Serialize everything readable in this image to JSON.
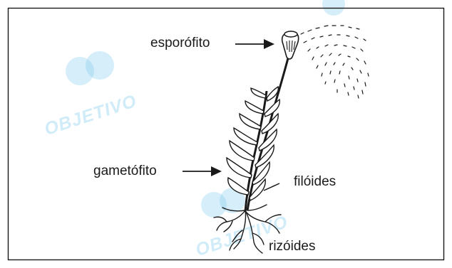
{
  "labels": {
    "sporophyte": "esporófito",
    "gametophyte": "gametófito",
    "phylloids": "filóides",
    "rhizoids": "rizóides"
  },
  "watermark": {
    "text": "OBJETIVO",
    "color": "#78c8eb"
  },
  "colors": {
    "ink": "#1a1a1a",
    "border": "#1a1a1a",
    "background": "#ffffff"
  }
}
